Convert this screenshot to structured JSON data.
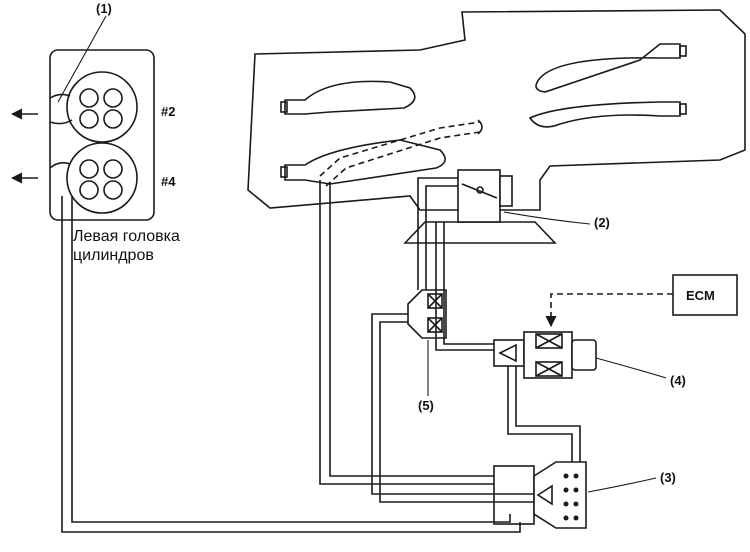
{
  "labels": {
    "callout_1": "(1)",
    "callout_2": "(2)",
    "callout_3": "(3)",
    "callout_4": "(4)",
    "callout_5": "(5)",
    "cylinder_2": "#2",
    "cylinder_4": "#4",
    "ecm": "ECM",
    "caption_line1": "Левая головка",
    "caption_line2": "цилиндров"
  },
  "colors": {
    "line": "#1a1a1a",
    "background": "#ffffff"
  }
}
